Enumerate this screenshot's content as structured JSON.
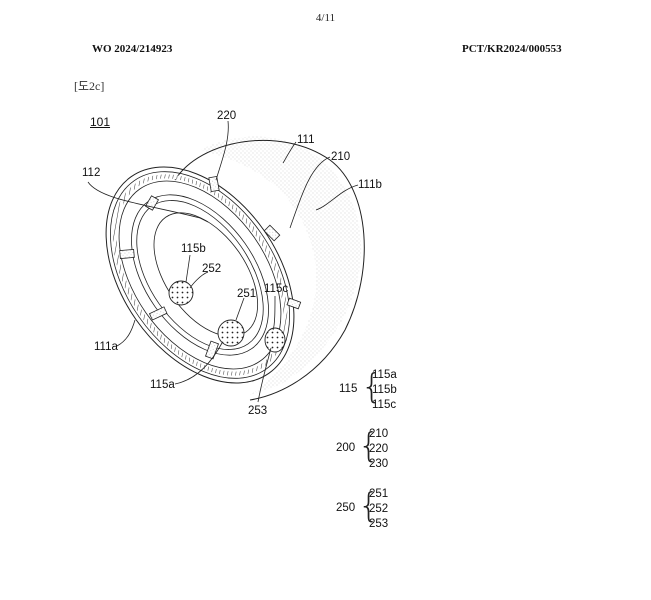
{
  "header": {
    "page_number": "4/11",
    "publication_number": "WO 2024/214923",
    "application_number": "PCT/KR2024/000553",
    "figure_label": "[도2c]"
  },
  "figure": {
    "main_reference": "101",
    "callouts": [
      {
        "id": "220",
        "text": "220"
      },
      {
        "id": "111",
        "text": "111"
      },
      {
        "id": "210",
        "text": "210"
      },
      {
        "id": "112",
        "text": "112"
      },
      {
        "id": "111b",
        "text": "111b"
      },
      {
        "id": "115b",
        "text": "115b"
      },
      {
        "id": "252",
        "text": "252"
      },
      {
        "id": "251",
        "text": "251"
      },
      {
        "id": "115c",
        "text": "115c"
      },
      {
        "id": "111a",
        "text": "111a"
      },
      {
        "id": "115a",
        "text": "115a"
      },
      {
        "id": "253",
        "text": "253"
      }
    ]
  },
  "legend": [
    {
      "parent": "115",
      "children": [
        "115a",
        "115b",
        "115c"
      ]
    },
    {
      "parent": "200",
      "children": [
        "210",
        "220",
        "230"
      ]
    },
    {
      "parent": "250",
      "children": [
        "251",
        "252",
        "253"
      ]
    }
  ]
}
